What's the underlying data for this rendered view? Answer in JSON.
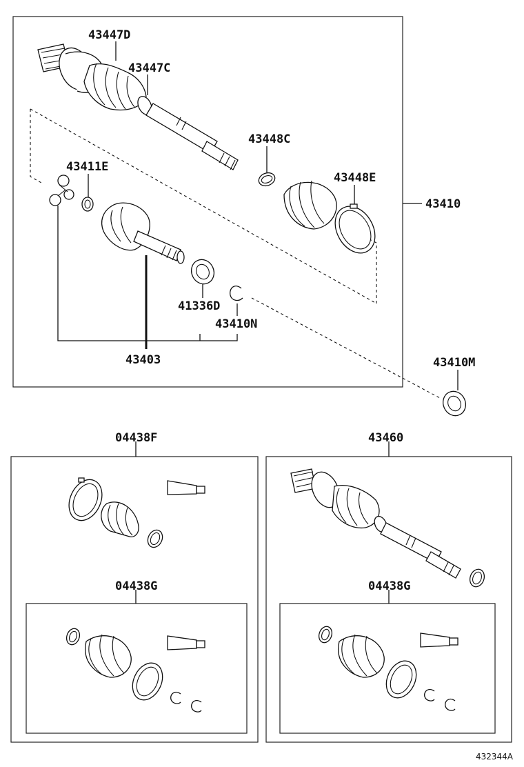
{
  "labels": {
    "p43447D": "43447D",
    "p43447C": "43447C",
    "p43448C": "43448C",
    "p43411E": "43411E",
    "p43448E": "43448E",
    "p43410": "43410",
    "p41336D": "41336D",
    "p43410N": "43410N",
    "p43403": "43403",
    "p43410M": "43410M",
    "p04438F": "04438F",
    "p43460": "43460",
    "p04438G_left": "04438G",
    "p04438G_right": "04438G"
  },
  "figure_code": "432344A"
}
